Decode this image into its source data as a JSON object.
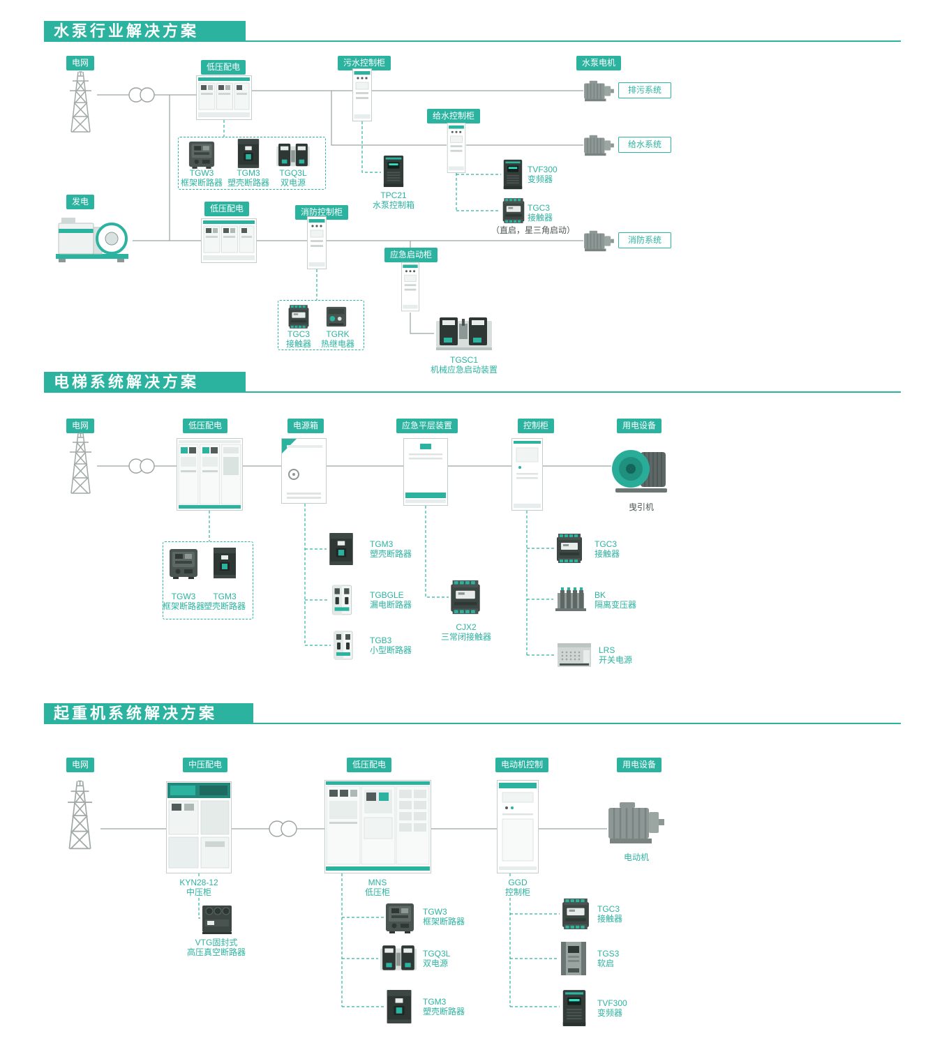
{
  "colors": {
    "accent": "#2bb3a0",
    "line": "#9aa3a1",
    "dark_text": "#4c5654"
  },
  "s1": {
    "title": "水泵行业解决方案",
    "tags": {
      "grid": "电网",
      "lv_a": "低压配电",
      "sewage": "污水控制柜",
      "pump_motor": "水泵电机",
      "supply": "给水控制柜",
      "gen": "发电",
      "lv_b": "低压配电",
      "fire": "消防控制柜",
      "emergency": "应急启动柜"
    },
    "systems": {
      "drain": "排污系统",
      "water": "给水系统",
      "fire": "消防系统"
    },
    "note": "（直启，星三角启动）",
    "products": {
      "tgw3": {
        "name": "TGW3",
        "desc": "框架断路器"
      },
      "tgm3": {
        "name": "TGM3",
        "desc": "塑壳断路器"
      },
      "tgq3l": {
        "name": "TGQ3L",
        "desc": "双电源"
      },
      "tpc21": {
        "name": "TPC21",
        "desc": "水泵控制箱"
      },
      "tvf300": {
        "name": "TVF300",
        "desc": "变频器"
      },
      "tgc3_a": {
        "name": "TGC3",
        "desc": "接触器"
      },
      "tgc3_b": {
        "name": "TGC3",
        "desc": "接触器"
      },
      "tgrk": {
        "name": "TGRK",
        "desc": "热继电器"
      },
      "tgsc1": {
        "name": "TGSC1",
        "desc": "机械应急启动装置"
      }
    }
  },
  "s2": {
    "title": "电梯系统解决方案",
    "tags": {
      "grid": "电网",
      "lv": "低压配电",
      "power_box": "电源箱",
      "leveling": "应急平层装置",
      "control": "控制柜",
      "load": "用电设备"
    },
    "caption_traction": "曳引机",
    "products": {
      "tgw3": {
        "name": "TGW3",
        "desc": "框架断路器"
      },
      "tgm3_a": {
        "name": "TGM3",
        "desc": "塑壳断路器"
      },
      "tgm3_b": {
        "name": "TGM3",
        "desc": "塑壳断路器"
      },
      "tgbgle": {
        "name": "TGBGLE",
        "desc": "漏电断路器"
      },
      "tgb3": {
        "name": "TGB3",
        "desc": "小型断路器"
      },
      "cjx2": {
        "name": "CJX2",
        "desc": "三常闭接触器"
      },
      "tgc3": {
        "name": "TGC3",
        "desc": "接触器"
      },
      "bk": {
        "name": "BK",
        "desc": "隔离变压器"
      },
      "lrs": {
        "name": "LRS",
        "desc": "开关电源"
      }
    }
  },
  "s3": {
    "title": "起重机系统解决方案",
    "tags": {
      "grid": "电网",
      "mv": "中压配电",
      "lv": "低压配电",
      "motor_ctrl": "电动机控制",
      "load": "用电设备"
    },
    "captions": {
      "kyn": {
        "name": "KYN28-12",
        "desc": "中压柜"
      },
      "mns": {
        "name": "MNS",
        "desc": "低压柜"
      },
      "ggd": {
        "name": "GGD",
        "desc": "控制柜"
      },
      "motor": "电动机"
    },
    "products": {
      "vtg": {
        "name": "VTG固封式",
        "desc": "高压真空断路器"
      },
      "tgw3": {
        "name": "TGW3",
        "desc": "框架断路器"
      },
      "tgq3l": {
        "name": "TGQ3L",
        "desc": "双电源"
      },
      "tgm3": {
        "name": "TGM3",
        "desc": "塑壳断路器"
      },
      "tgc3": {
        "name": "TGC3",
        "desc": "接触器"
      },
      "tgs3": {
        "name": "TGS3",
        "desc": "软启"
      },
      "tvf300": {
        "name": "TVF300",
        "desc": "变频器"
      }
    }
  }
}
